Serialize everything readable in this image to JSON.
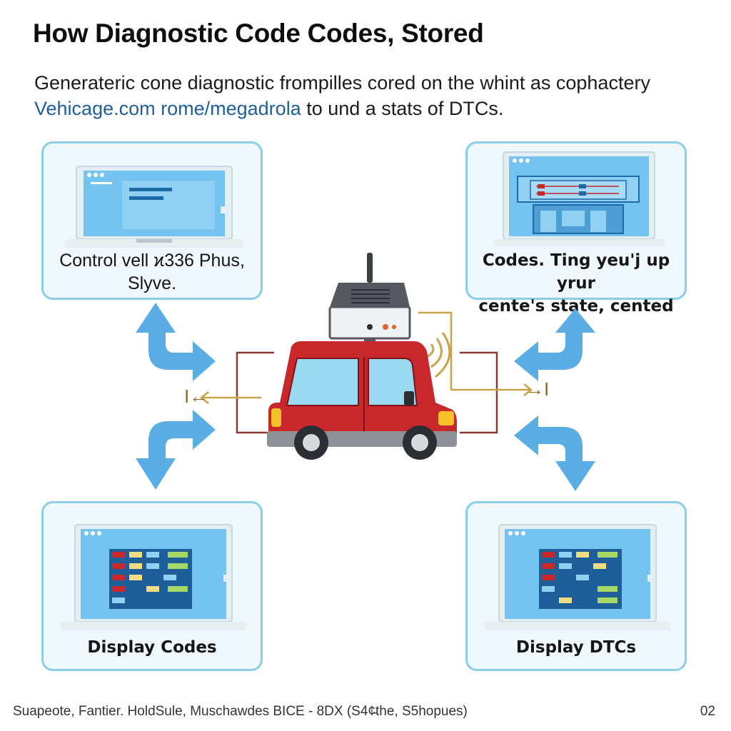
{
  "title": "How Diagnostic Code Codes, Stored",
  "subtitle": {
    "line1": "Generateric cone diagnostic frompilles cored on the whint as cophactery",
    "link": "Vehicage.com rome/megadrola",
    "line2_rest": " to und a stats of DTCs."
  },
  "cards": {
    "top_left": {
      "label_line1": "Control vell ϰ336 Phus,",
      "label_line2": "Slyve."
    },
    "top_right": {
      "label_line1": "Codes. Ting yeu'j up yrur",
      "label_line2": "cente's state, cented"
    },
    "bottom_left": {
      "label": "Display Codes"
    },
    "bottom_right": {
      "label": "Display DTCs"
    }
  },
  "center": {
    "left_marker": "I←",
    "right_marker": "→I"
  },
  "colors": {
    "card_border": "#8ccde9",
    "card_fill": "#eef8fd",
    "arrow_blue": "#5aaee5",
    "car_red": "#c8282b",
    "wire_gold": "#c9a24a",
    "wire_brown": "#8a3a2c"
  },
  "footer": {
    "text": "Suapeote, Fantier. HoldSule, Muschawdes BICE - 8DX (S4¢̵the, S5hopues)",
    "page": "02"
  }
}
